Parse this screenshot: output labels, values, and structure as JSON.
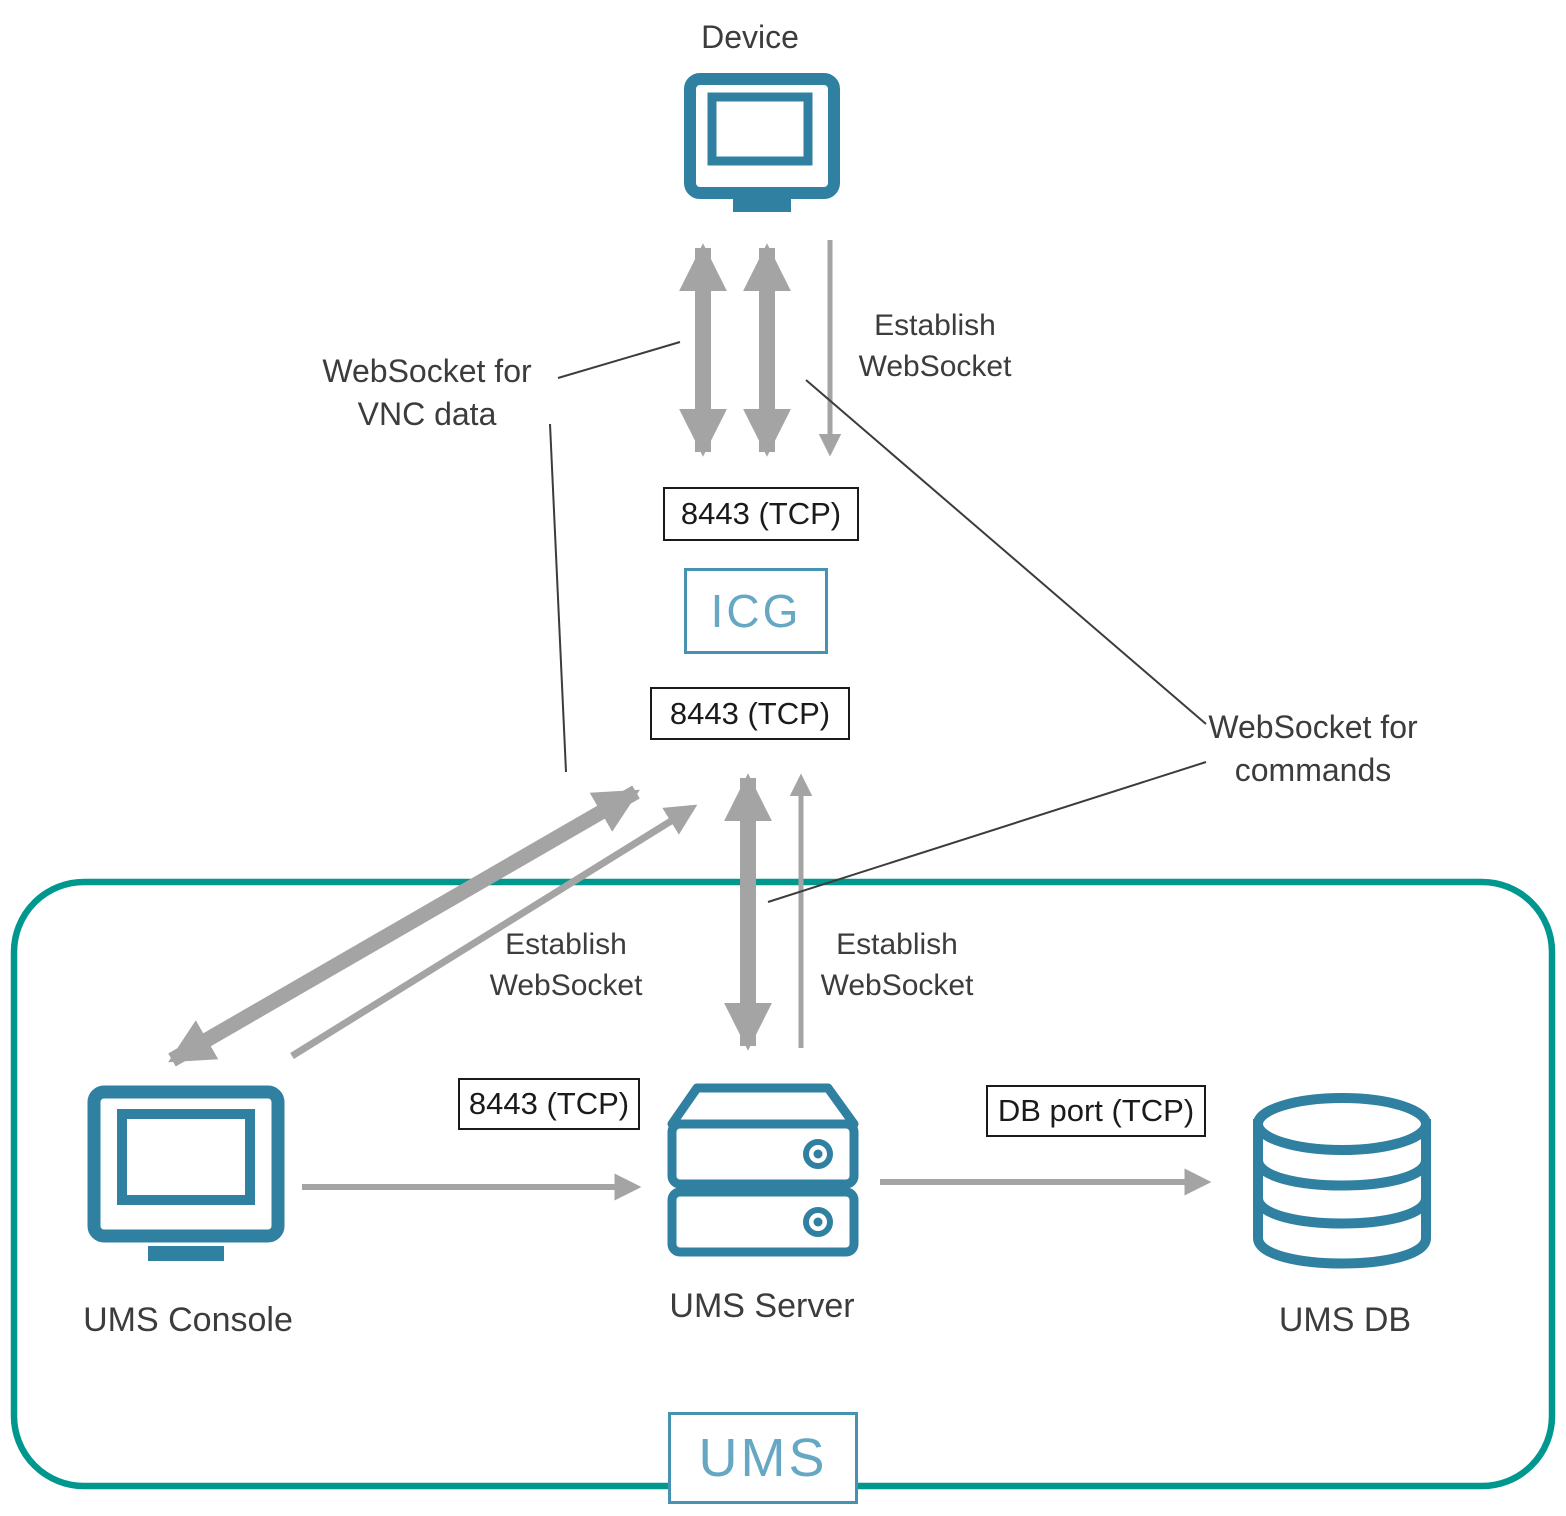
{
  "nodes": {
    "device_label": "Device",
    "icg_label": "ICG",
    "console_label": "UMS Console",
    "server_label": "UMS Server",
    "db_label": "UMS DB",
    "ums_boundary_label": "UMS"
  },
  "ports": {
    "device_icg": "8443 (TCP)",
    "icg_server": "8443 (TCP)",
    "console_server": "8443 (TCP)",
    "server_db": "DB port (TCP)"
  },
  "annotations": {
    "vnc_data": "WebSocket for VNC data",
    "commands": "WebSocket for commands",
    "establish_device": "Establish WebSocket",
    "establish_console": "Establish WebSocket",
    "establish_server": "Establish WebSocket"
  },
  "colors": {
    "icon_teal": "#2f80a1",
    "boundary_teal": "#00988e",
    "teal_box_border": "#4792b3",
    "teal_box_text": "#66a8c4",
    "arrow_gray": "#a4a4a4",
    "annotation_line": "#3c3c3c",
    "port_box_border": "#1a1a1a",
    "text_color": "#3c3c3c"
  }
}
